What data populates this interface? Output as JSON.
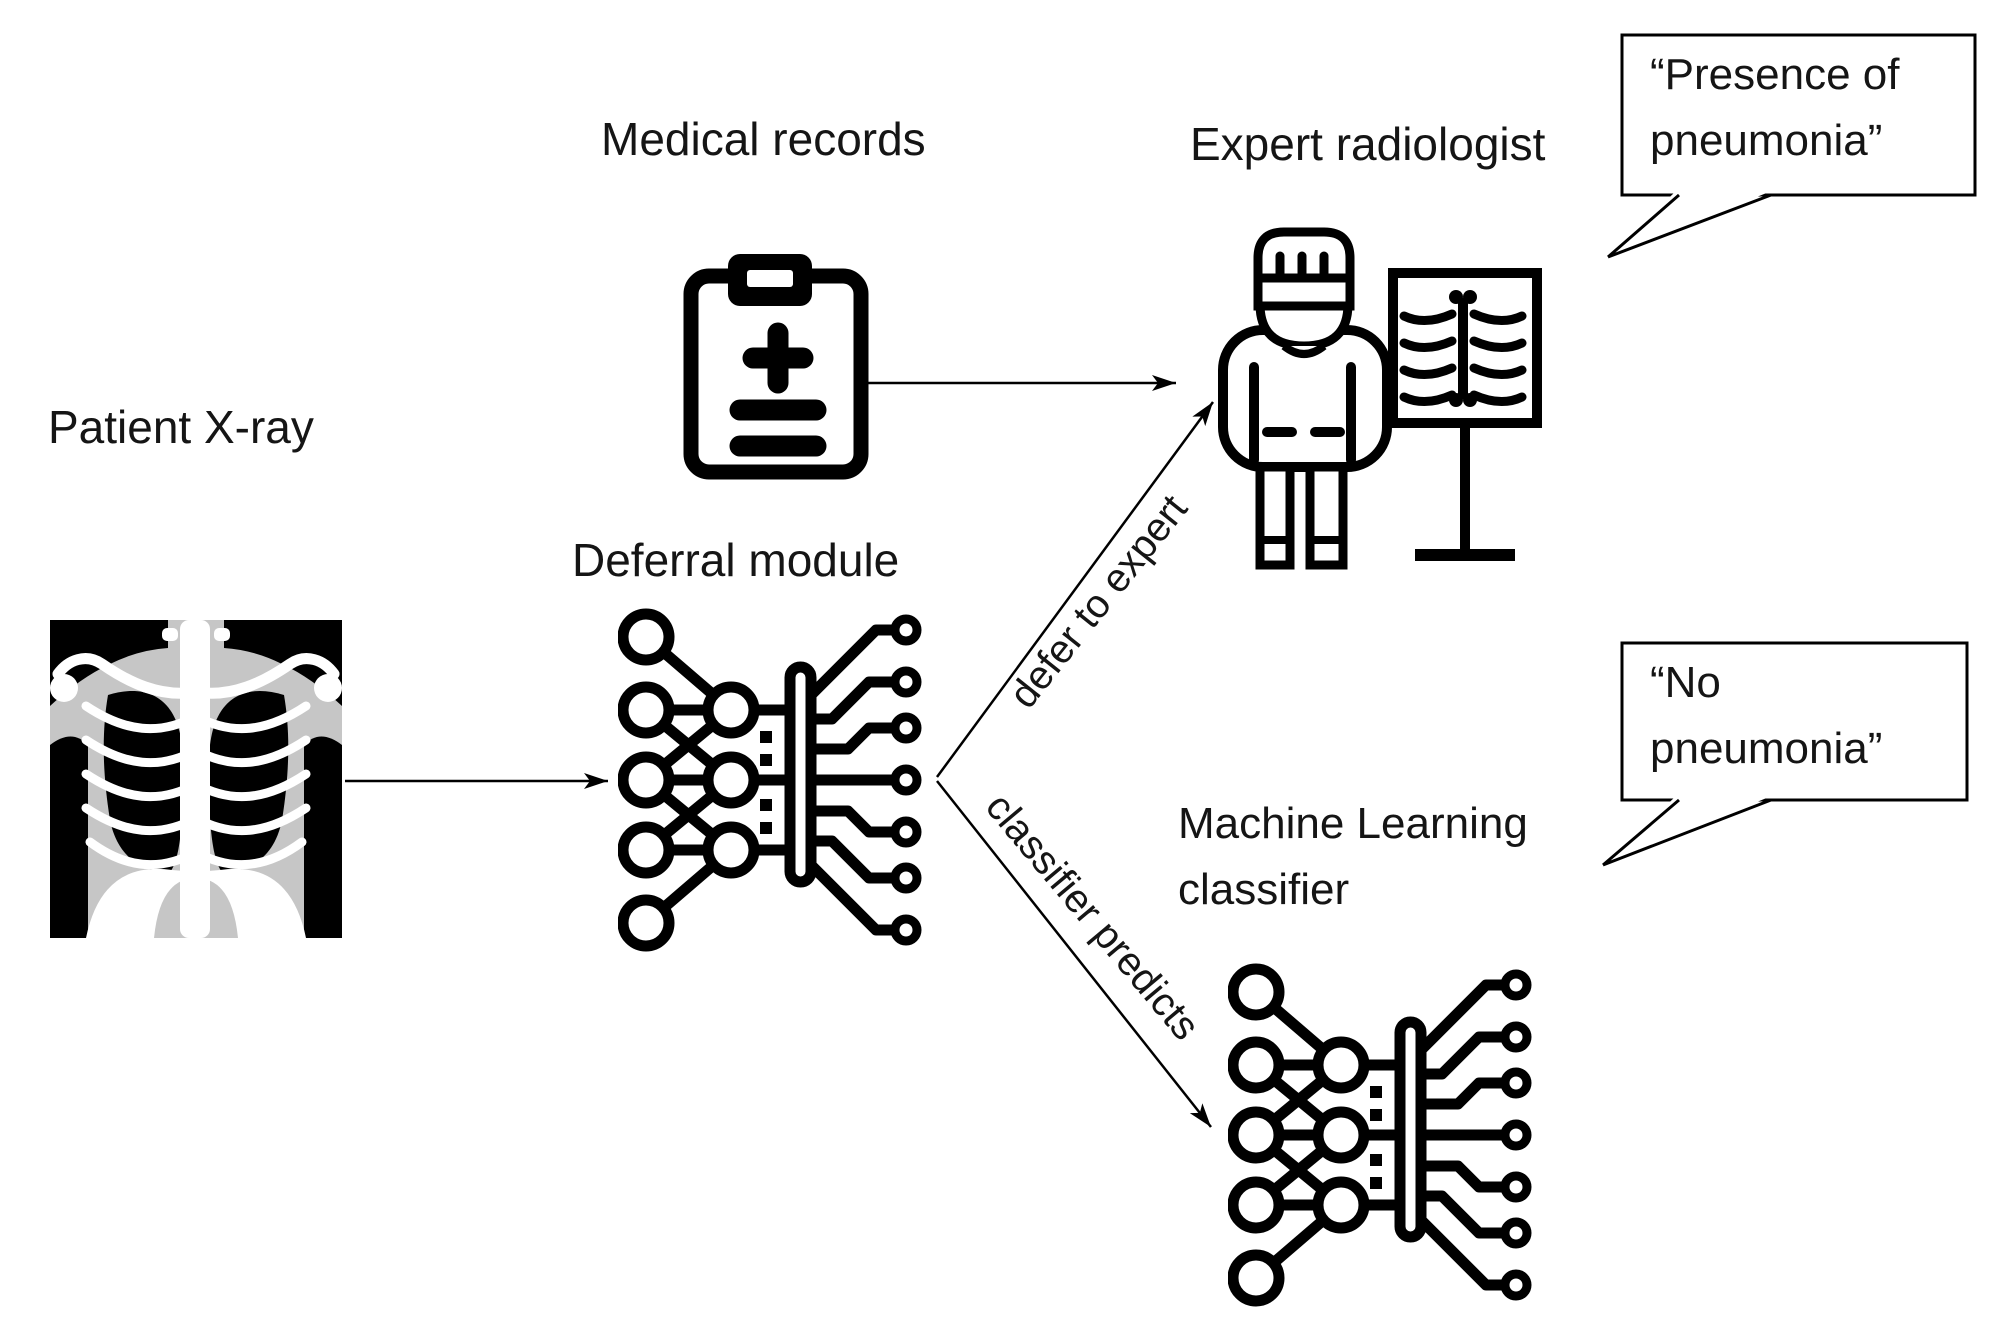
{
  "diagram": {
    "labels": {
      "patient_xray": "Patient X-ray",
      "medical_records": "Medical records",
      "deferral_module": "Deferral module",
      "expert_radiologist": "Expert radiologist",
      "ml_classifier": "Machine Learning classifier",
      "defer_to_expert": "defer to expert",
      "classifier_predicts": "classifier predicts"
    },
    "speech": {
      "expert_quote": "“Presence of pneumonia”",
      "classifier_quote": "“No pneumonia”"
    },
    "icons": {
      "chest_xray": "chest-xray-image",
      "clipboard": "medical-records-clipboard-icon",
      "neural_network": "neural-network-circuit-icon",
      "radiologist": "radiologist-with-xray-board-icon",
      "speech_bubble": "speech-bubble-callout"
    },
    "colors": {
      "ink": "#000000",
      "background": "#ffffff",
      "xray_body_gray": "#c6c6c6"
    }
  }
}
